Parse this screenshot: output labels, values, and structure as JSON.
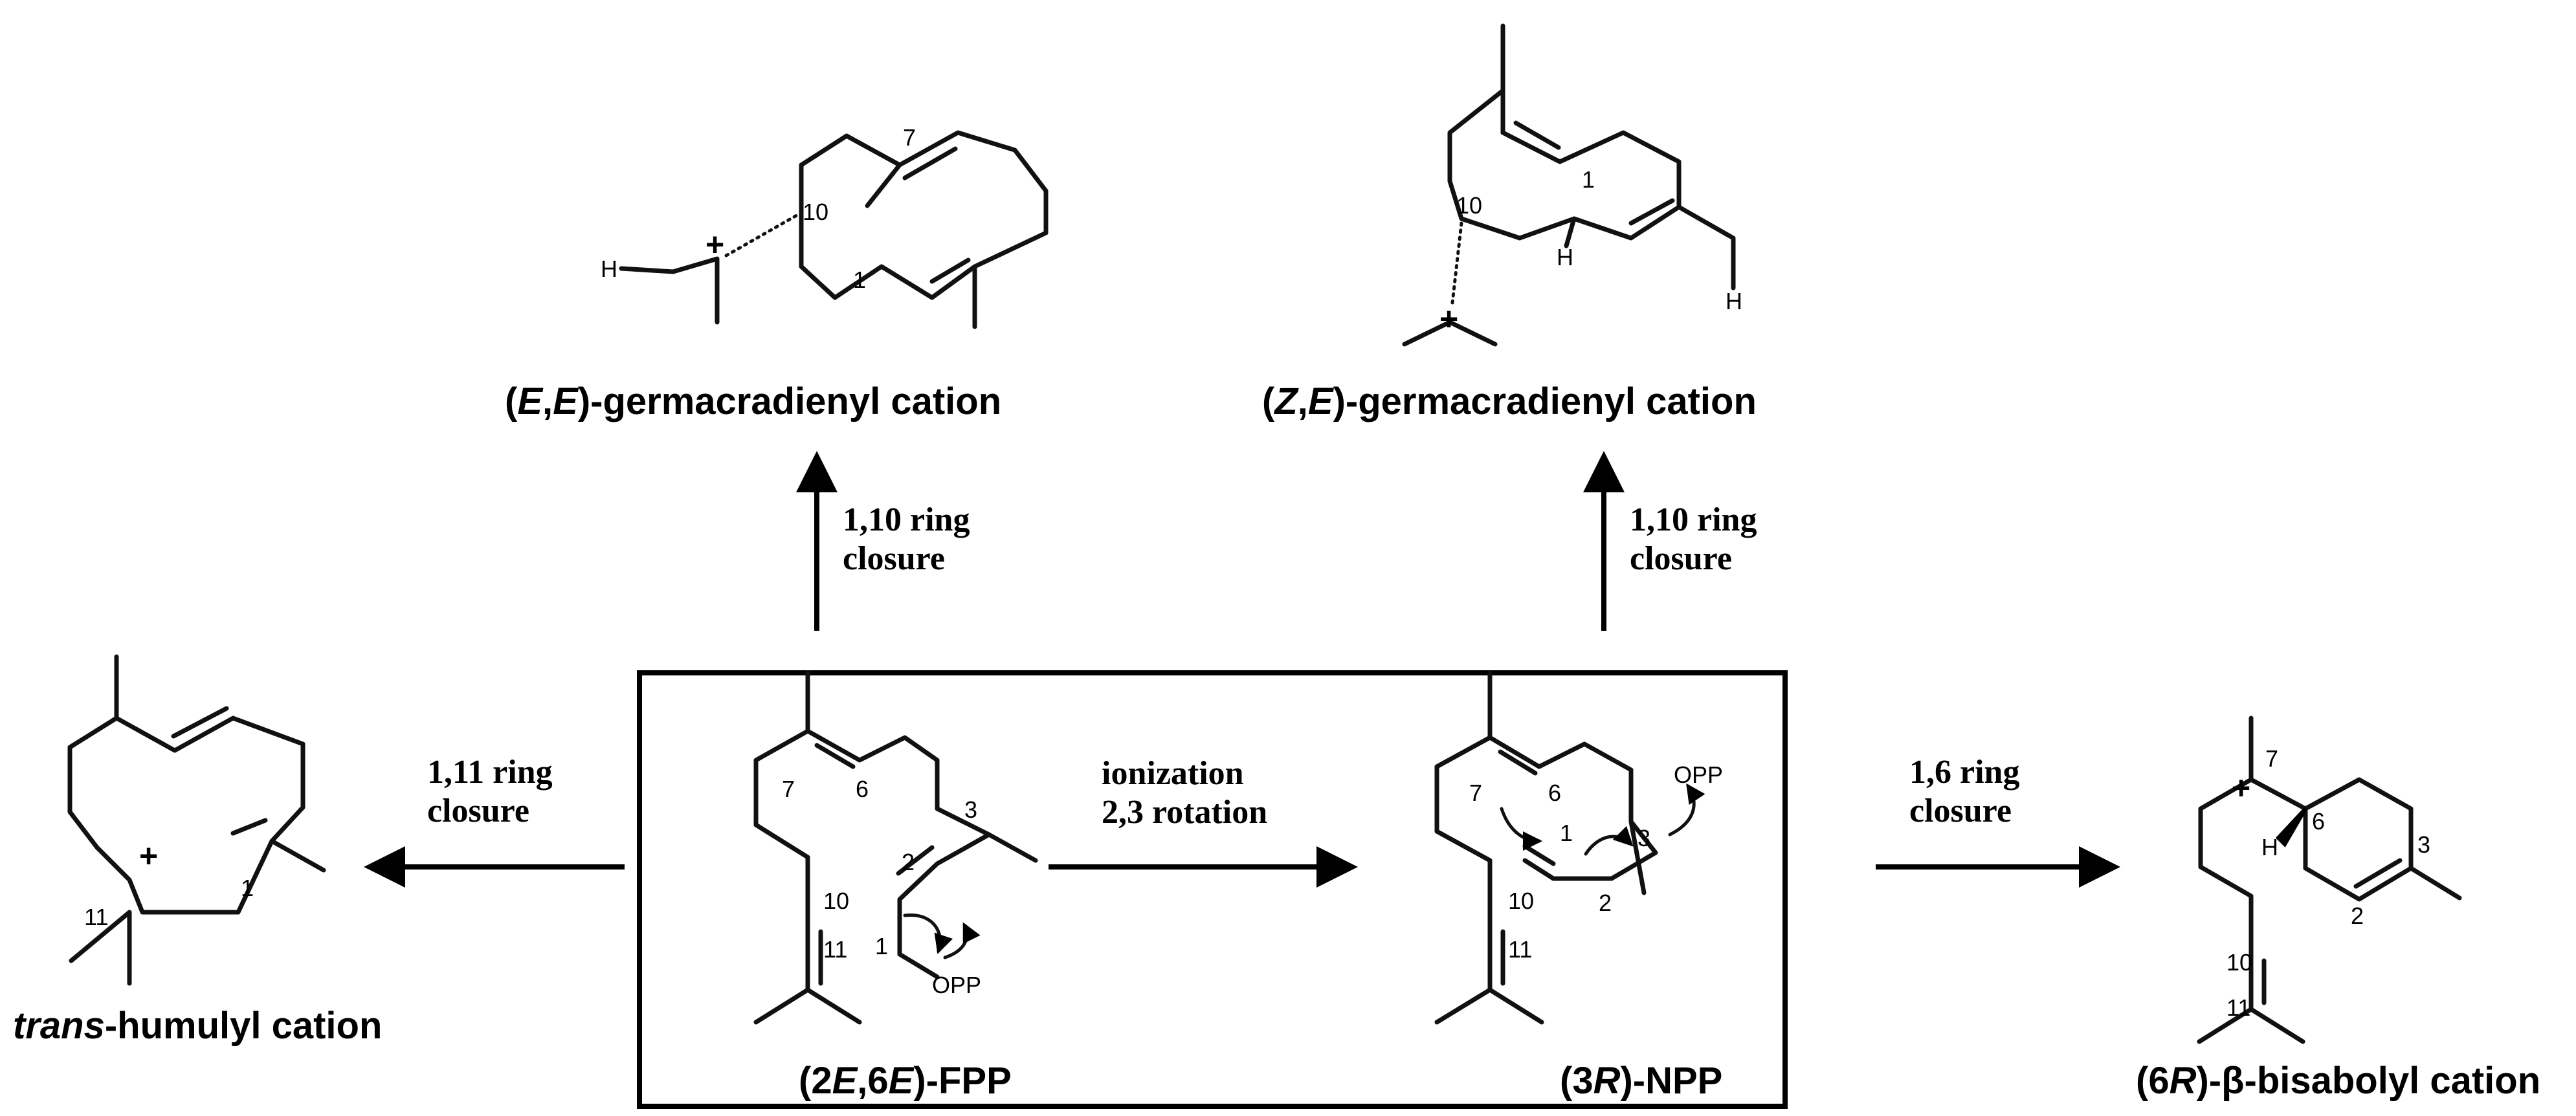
{
  "colors": {
    "ink": "#000000",
    "background": "#ffffff"
  },
  "labels": {
    "ee_germacradienyl": {
      "prefix": "(",
      "i1": "E",
      "mid": ",",
      "i2": "E",
      "suffix": ")-germacradienyl cation"
    },
    "ze_germacradienyl": {
      "prefix": "(",
      "i1": "Z",
      "mid": ",",
      "i2": "E",
      "suffix": ")-germacradienyl cation"
    },
    "trans_humulyl": {
      "italic": "trans",
      "rest": "-humulyl cation"
    },
    "fpp": {
      "p1": "(2",
      "i1": "E",
      "p2": ",6",
      "i2": "E",
      "p3": ")-FPP"
    },
    "npp": {
      "p1": "(3",
      "i1": "R",
      "p2": ")-NPP"
    },
    "bisabolyl": {
      "p1": "(6",
      "i1": "R",
      "p2": ")-β-bisabolyl cation"
    }
  },
  "arrows": {
    "to_ee": {
      "line1": "1,10 ring",
      "line2": "closure"
    },
    "to_ze": {
      "line1": "1,10 ring",
      "line2": "closure"
    },
    "to_humulyl": {
      "line1": "1,11 ring",
      "line2": "closure"
    },
    "ionization": {
      "line1": "ionization",
      "line2": "2,3 rotation"
    },
    "to_bisabolyl": {
      "line1": "1,6 ring",
      "line2": "closure"
    }
  },
  "atoms": {
    "hydrogen": "H",
    "opp": "OPP",
    "plus": "+"
  },
  "locants": {
    "ee": [
      "7",
      "10",
      "1"
    ],
    "ze": [
      "1",
      "10"
    ],
    "humulyl": [
      "11",
      "1"
    ],
    "fpp": [
      "7",
      "6",
      "3",
      "2",
      "10",
      "11",
      "1"
    ],
    "npp": [
      "6",
      "7",
      "3",
      "1",
      "2",
      "10",
      "11"
    ],
    "bisabolyl": [
      "7",
      "6",
      "3",
      "2",
      "10",
      "11"
    ]
  }
}
